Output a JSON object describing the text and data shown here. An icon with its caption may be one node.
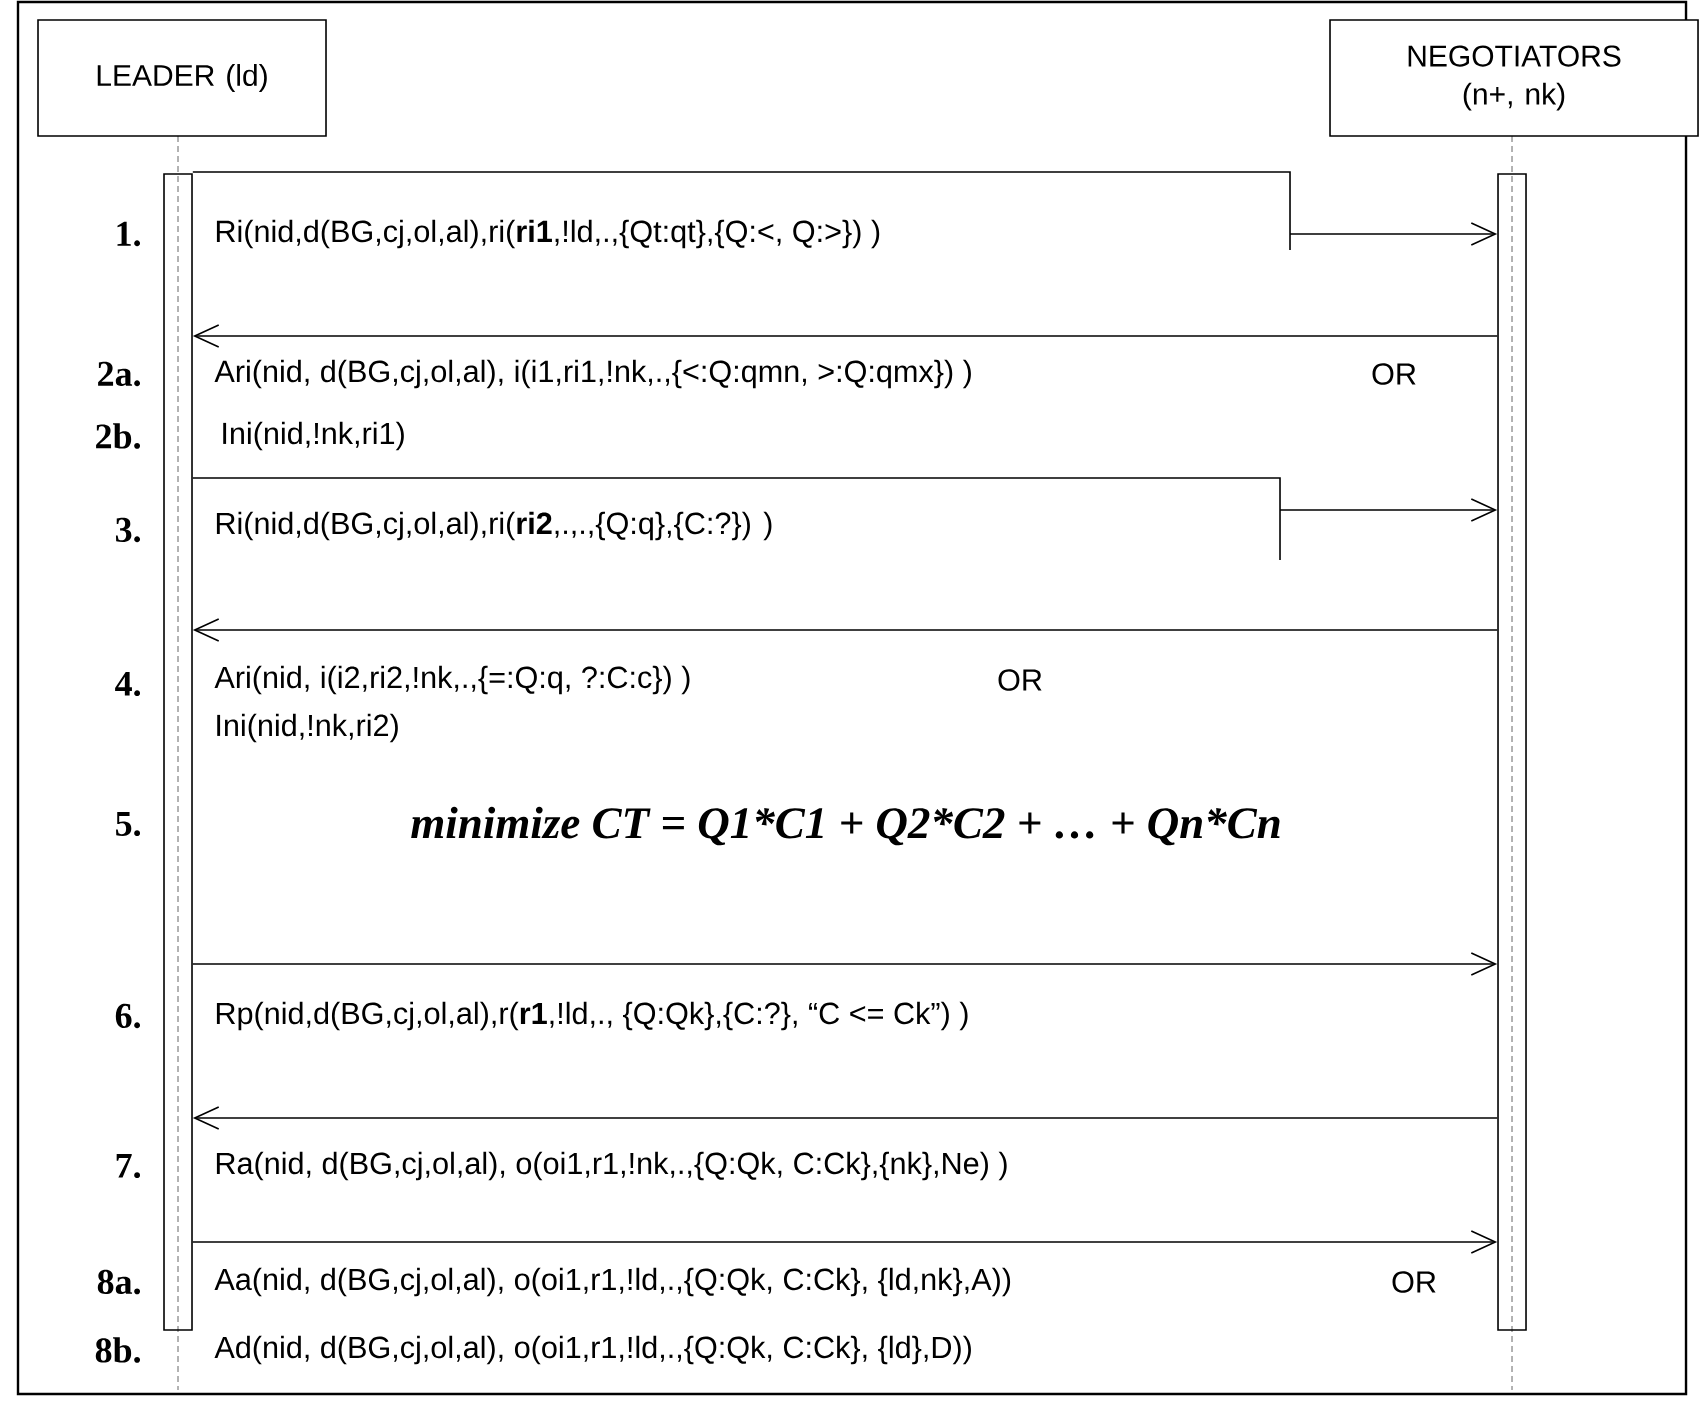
{
  "diagram": {
    "nodes": [
      {
        "text": [
          "LEADER (ld)"
        ]
      },
      {
        "text": [
          "NEGOTIATORS (n+, nk)"
        ]
      },
      {
        "text": [],
        "shape": "bar"
      },
      {
        "text": [],
        "shape": "bar"
      }
    ],
    "edges": [
      {
        "from": 2,
        "to": 3,
        "arrow": "to"
      },
      {
        "from": 3,
        "to": 2,
        "arrow": "to"
      },
      {
        "from": 2,
        "to": 3,
        "arrow": "to"
      },
      {
        "from": 3,
        "to": 2,
        "arrow": "to"
      },
      {
        "from": 2,
        "to": 3,
        "arrow": "to"
      },
      {
        "from": 3,
        "to": 2,
        "arrow": "to"
      },
      {
        "from": 2,
        "to": 3,
        "arrow": "to"
      }
    ],
    "labels": [
      "1.",
      "Ri(nid,d(BG,cj,ol,al),ri(**ri1**,!ld,.,{Qt:qt},{Q:<, Q:>}) )",
      "2a.",
      "Ari(nid, d(BG,cj,ol,al),  i(i1,ri1,!nk,.,{<:Q:qmn, >:Q:qmx}) )",
      "OR",
      "2b.",
      "Ini(nid,!nk,ri1)",
      "3.",
      "Ri(nid,d(BG,cj,ol,al),ri(**ri2**,.,.,{Q:q},{C:?}) )",
      "4.",
      "Ari(nid,  i(i2,ri2,!nk,.,{=:Q:q, ?:C:c}) )",
      "OR",
      "Ini(nid,!nk,ri2)",
      "5.",
      "minimize CT = Q1*C1 + Q2*C2 + … + Qn*Cn",
      "6.",
      "Rp(nid,d(BG,cj,ol,al),r(**r1**,!ld,., {Q:Qk},{C:?}, “C <= Ck”) )",
      "7.",
      "Ra(nid, d(BG,cj,ol,al),  o(oi1,r1,!nk,.,{Q:Qk, C:Ck},{nk},Ne) )",
      "8a.",
      "Aa(nid, d(BG,cj,ol,al), o(oi1,r1,!ld,.,{Q:Qk, C:Ck}, {ld,nk},A))",
      "OR",
      "8b.",
      "Ad(nid, d(BG,cj,ol,al), o(oi1,r1,!ld,.,{Q:Qk, C:Ck}, {ld},D))"
    ]
  }
}
